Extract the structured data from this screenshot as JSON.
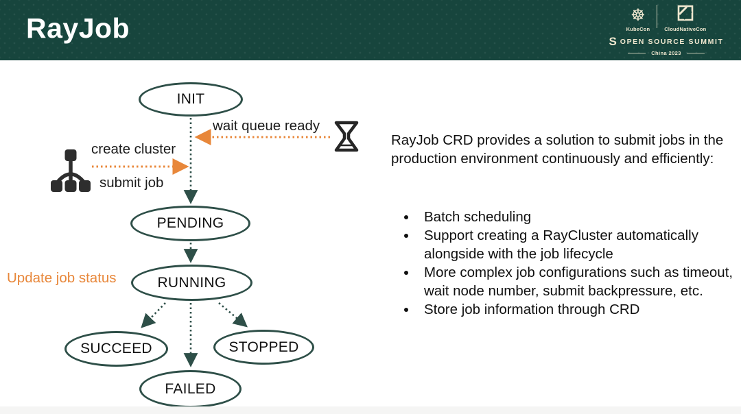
{
  "header": {
    "title": "RayJob",
    "logos": {
      "kubecon_glyph": "☸",
      "kubecon_label": "KubeCon",
      "cloudnativecon_label": "CloudNativeCon",
      "summit_glyph": "S",
      "summit_label": "OPEN SOURCE SUMMIT",
      "event_label": "China 2023"
    }
  },
  "diagram": {
    "states": {
      "init": "INIT",
      "pending": "PENDING",
      "running": "RUNNING",
      "succeed": "SUCCEED",
      "stopped": "STOPPED",
      "failed": "FAILED"
    },
    "annotations": {
      "wait_queue_ready": "wait queue ready",
      "create_cluster": "create cluster",
      "submit_job": "submit job",
      "update_job_status": "Update job status"
    }
  },
  "content": {
    "intro": "RayJob CRD provides a solution to submit jobs in the production environment continuously and efficiently:",
    "bullets": [
      "Batch scheduling",
      "Support creating a RayCluster automatically alongside with the job lifecycle",
      "More complex job configurations such as timeout, wait node number, submit backpressure, etc.",
      "Store job information through CRD"
    ]
  },
  "colors": {
    "header_bg": "#17453d",
    "accent_orange": "#e8873a",
    "ellipse_border": "#2e4f48",
    "logo_cream": "#efe7cf"
  }
}
